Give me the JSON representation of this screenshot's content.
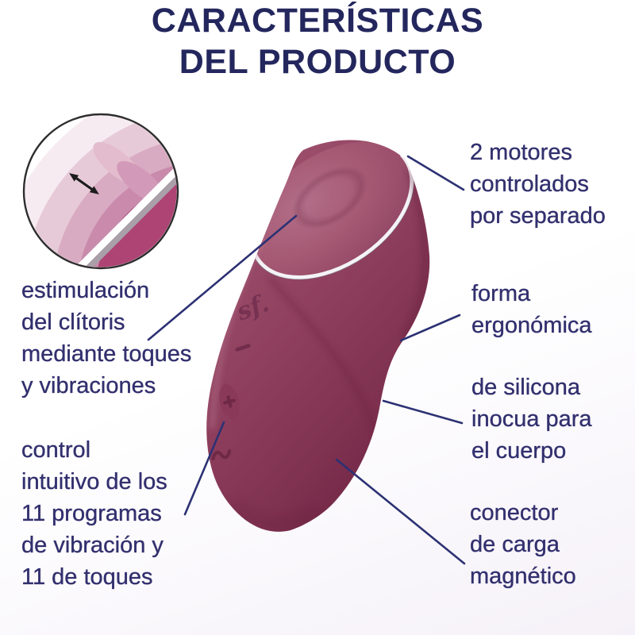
{
  "title": {
    "line1": "CARACTERÍSTICAS",
    "line2": "DEL PRODUCTO"
  },
  "callouts": {
    "stimulation": {
      "text": "estimulación\ndel clítoris\nmediante toques\ny vibraciones"
    },
    "control": {
      "text": "control\nintuitivo de los\n11 programas\nde vibración y\n11 de toques"
    },
    "motors": {
      "text": "2 motores\ncontrolados\npor separado"
    },
    "shape": {
      "text": "forma\nergonómica"
    },
    "silicone": {
      "text": "de silicona\ninocua para\nel cuerpo"
    },
    "charger": {
      "text": "conector\nde carga\nmagnético"
    }
  },
  "product": {
    "logo_text": "sf.",
    "buttons": [
      {
        "icon": "minus-button-icon"
      },
      {
        "icon": "plus-button-icon"
      },
      {
        "icon": "wave-button-icon"
      }
    ],
    "detail_inset": "tap-element-zoom"
  },
  "colors": {
    "title_navy": "#24275d",
    "text_navy": "#32306e",
    "callout_line": "#2c3173",
    "body_burgundy": "#8d3c5b",
    "face_mauve": "#a65873",
    "chrome_rim": "#f4f3f6",
    "inset_dark_pink": "#ad4474",
    "arrow_black": "#1c1c1c"
  }
}
